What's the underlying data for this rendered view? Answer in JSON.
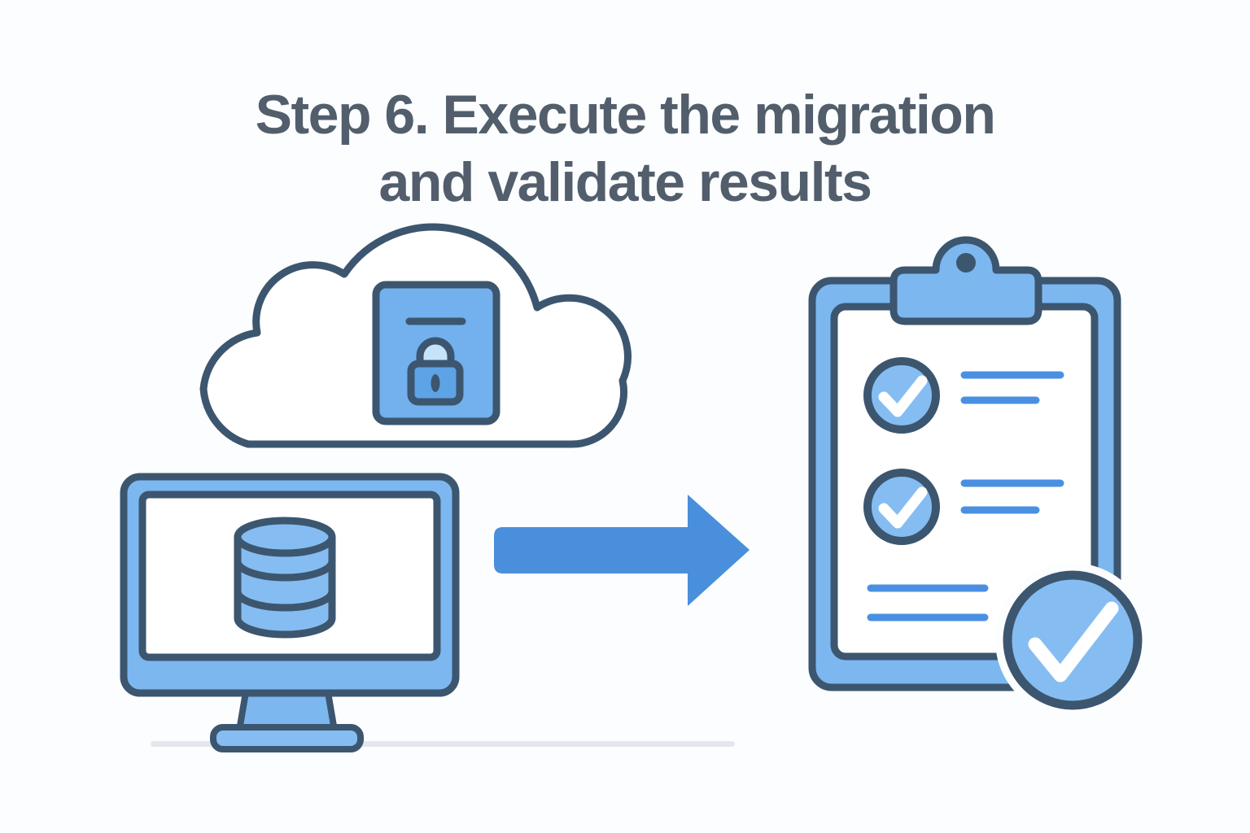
{
  "title": {
    "line1": "Step 6. Execute the migration",
    "line2": "and validate results"
  },
  "colors": {
    "background": "#fcfdfe",
    "title_text": "#525e6c",
    "outline_dark": "#3c566f",
    "icon_blue": "#7cb7f0",
    "icon_blue_light": "#85bdf2",
    "document_blue": "#72b1ee",
    "lock_body_blue": "#5ea3e6",
    "shackle_light": "#c7e3f9",
    "arrow_blue": "#4a8fdb",
    "line_blue": "#4a90e2",
    "ground_gray": "#e3e8ee",
    "white": "#ffffff"
  },
  "diagram": {
    "source": {
      "icon": "monitor-with-database-icon",
      "cloud": "cloud-with-secure-document-lock-icon"
    },
    "flow": {
      "icon": "right-arrow-icon",
      "direction": "left-to-right"
    },
    "destination": {
      "icon": "clipboard-checklist-icon",
      "checked_items": 2,
      "text_lines_per_item": 2,
      "extra_note_lines": 2,
      "final_badge": "large-checkmark-badge"
    }
  }
}
